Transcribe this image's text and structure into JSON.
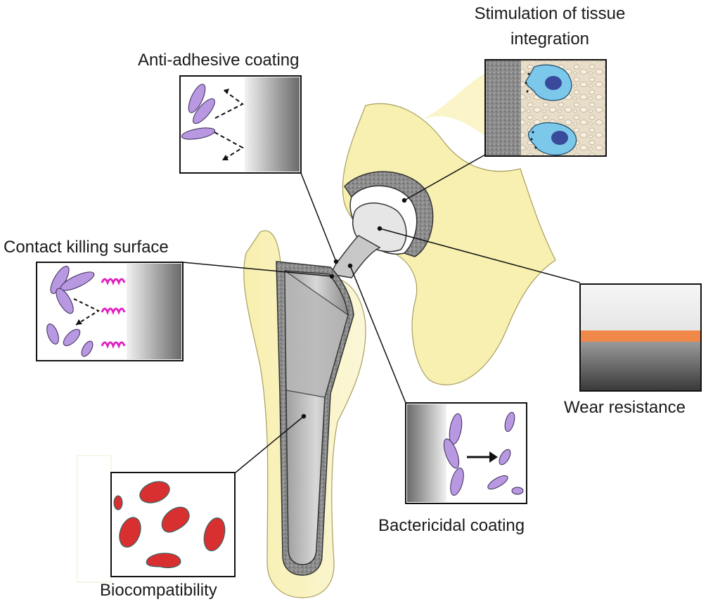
{
  "labels": {
    "anti_adhesive": "Anti-adhesive coating",
    "tissue_integration_line1": "Stimulation of tissue",
    "tissue_integration_line2": "integration",
    "contact_killing": "Contact killing surface",
    "wear_resistance": "Wear resistance",
    "bactericidal": "Bactericidal coating",
    "biocompatibility": "Biocompatibility"
  },
  "colors": {
    "bone": "#f6eea8",
    "bone_edge": "#d9cf80",
    "metal_light": "#ececec",
    "metal_dark": "#6e6e6e",
    "bacteria": "#b898e0",
    "peptide": "#e020c0",
    "red_cell": "#d83030",
    "wear_layer": "#f0884a",
    "osteoblast": "#5ab8e0"
  }
}
